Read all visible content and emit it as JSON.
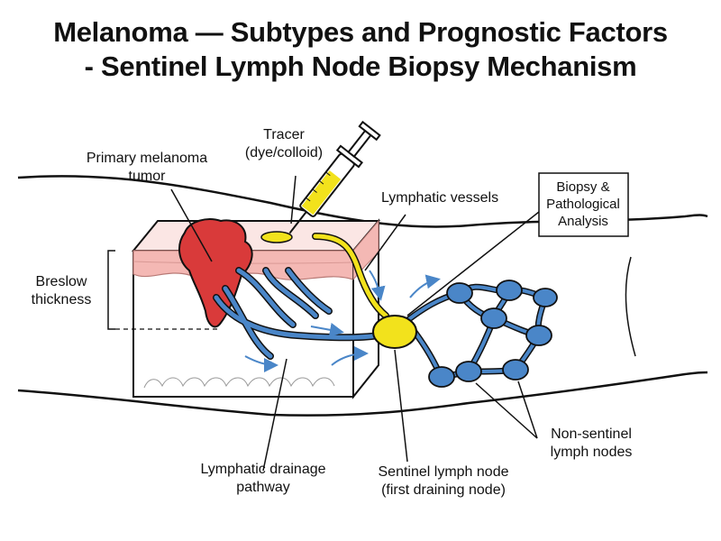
{
  "title": {
    "line1": "Melanoma — Subtypes and Prognostic Factors",
    "line2": "- Sentinel Lymph Node Biopsy Mechanism"
  },
  "labels": {
    "tracer_line1": "Tracer",
    "tracer_line2": "(dye/colloid)",
    "primary_tumor_line1": "Primary melanoma",
    "primary_tumor_line2": "tumor",
    "lymphatic_vessels": "Lymphatic vessels",
    "biopsy_line1": "Biopsy &",
    "biopsy_line2": "Pathological",
    "biopsy_line3": "Analysis",
    "breslow_line1": "Breslow",
    "breslow_line2": "thickness",
    "drainage_line1": "Lymphatic drainage",
    "drainage_line2": "pathway",
    "sentinel_line1": "Sentinel lymph node",
    "sentinel_line2": "(first draining node)",
    "nonsentinel_line1": "Non-sentinel",
    "nonsentinel_line2": "lymph nodes"
  },
  "colors": {
    "tumor": "#d93a3a",
    "skin_layer": "#f4b8b4",
    "lymph_blue": "#4a86c8",
    "tracer_yellow": "#f2e21c",
    "outline": "#111111"
  }
}
